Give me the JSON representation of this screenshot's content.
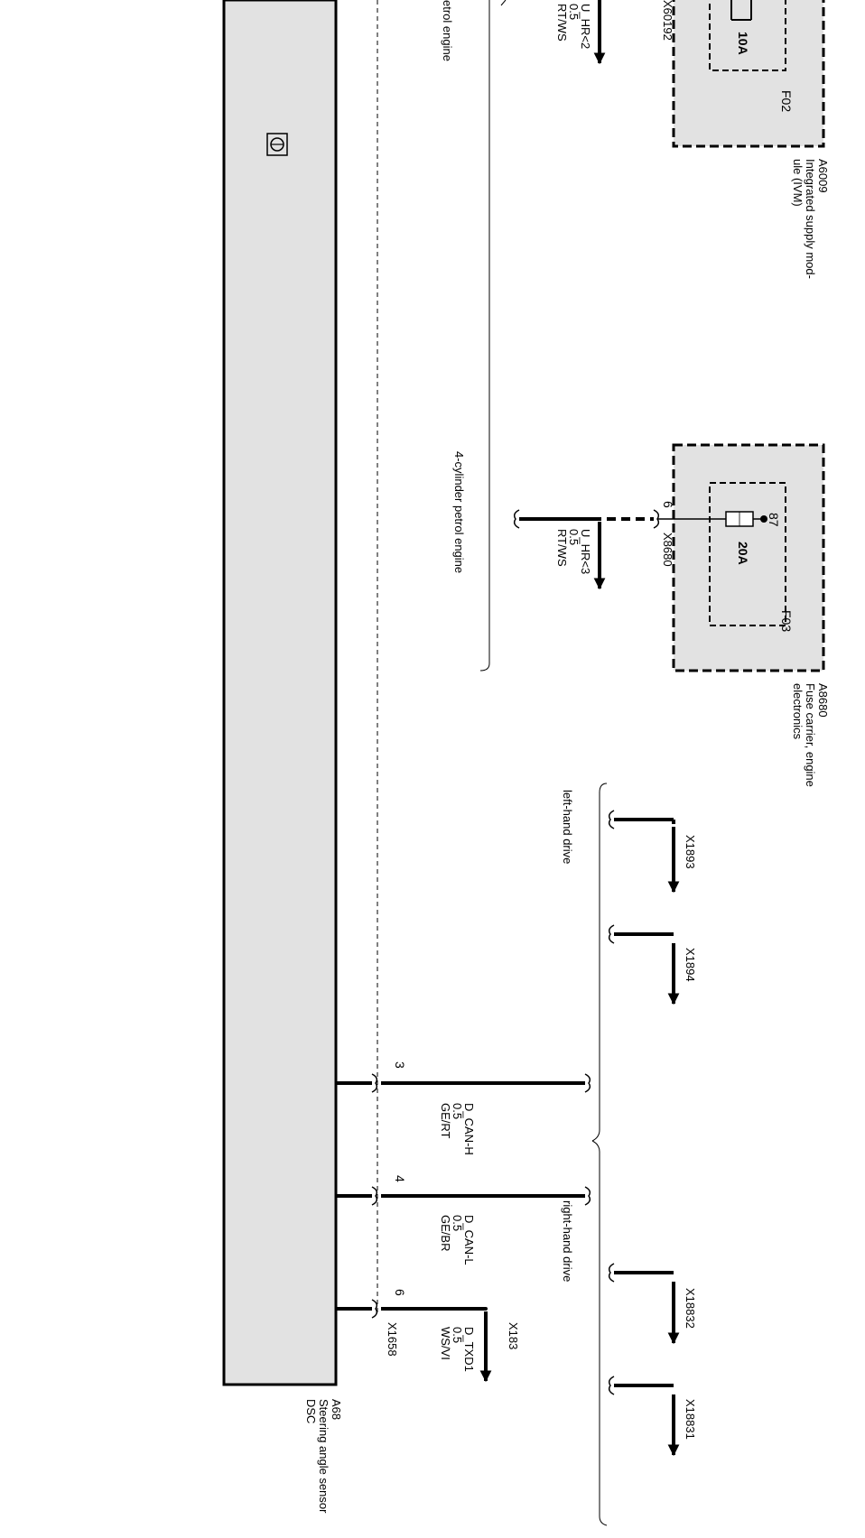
{
  "modules": {
    "a6009": {
      "id": "A6009",
      "name_line1": "Integrated supply mod-",
      "name_line2": "ule (IVM)",
      "fuse_id": "F02",
      "fuse_rating": "10A",
      "connector": "X60192"
    },
    "a8680": {
      "id": "A8680",
      "name_line1": "Fuse carrier, engine",
      "name_line2": "electronics",
      "fuse_id": "F03",
      "fuse_rating": "20A",
      "pin_top": "87",
      "pin_left": "6",
      "connector": "X8680"
    },
    "a68": {
      "id": "A68",
      "name_line1": "Steering angle sensor",
      "name_line2": "DSC"
    }
  },
  "wires": {
    "u_hr2": {
      "signal": "U_HR<2",
      "cross_section": "0.5",
      "color": "RT/WS"
    },
    "u_hr3": {
      "signal": "U_HR<3",
      "cross_section": "0.5",
      "color": "RT/WS"
    },
    "can_h": {
      "pin": "3",
      "signal": "D_CAN-H",
      "cross_section": "0.5",
      "color": "GE/RT"
    },
    "can_l": {
      "pin": "4",
      "signal": "D_CAN-L",
      "cross_section": "0.5",
      "color": "GE/BR"
    },
    "txd1": {
      "pin": "6",
      "signal": "D_TXD1",
      "cross_section": "0.5",
      "color": "WS/VI",
      "connector": "X183",
      "sensor_connector": "X1658"
    }
  },
  "variants": {
    "petrol_partial": "etrol engine",
    "petrol_4cyl": "4-cylinder petrol engine",
    "lhd": "left-hand drive",
    "rhd": "right-hand drive"
  },
  "connectors": {
    "x1893": "X1893",
    "x1894": "X1894",
    "x18832": "X18832",
    "x18831": "X18831"
  }
}
